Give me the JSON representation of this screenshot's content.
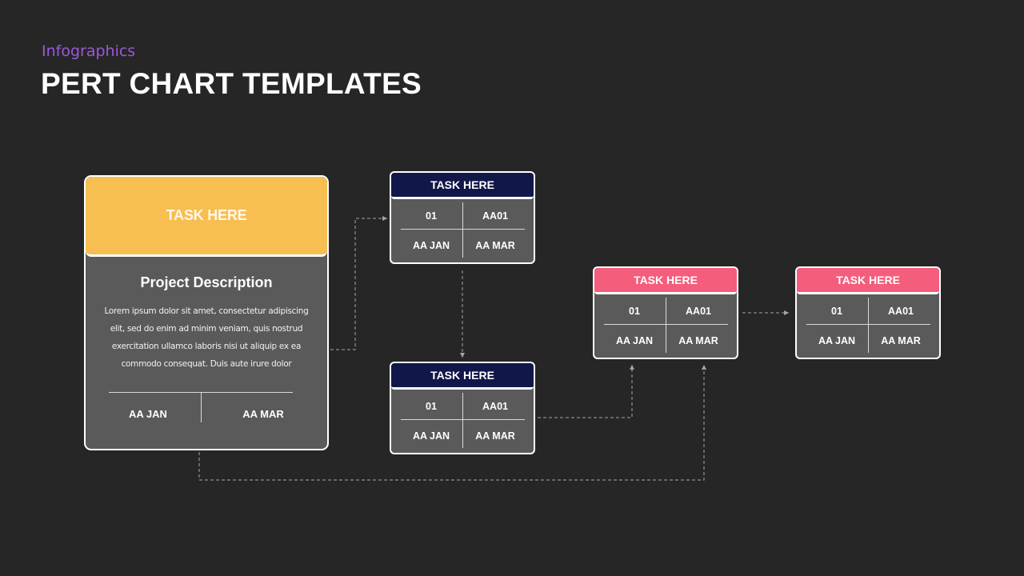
{
  "header": {
    "subtitle": "Infographics",
    "title": "PERT CHART TEMPLATES"
  },
  "colors": {
    "background": "#262626",
    "accent_purple": "#9b59d6",
    "yellow": "#f7bf51",
    "navy": "#12174a",
    "pink": "#f45d7b",
    "card_gray": "#5a5a5a"
  },
  "main_card": {
    "header": "TASK HERE",
    "description_title": "Project Description",
    "description_body": "Lorem ipsum dolor sit amet, consectetur adipiscing elit, sed do enim ad minim veniam, quis nostrud exercitation ullamco laboris nisi ut aliquip ex ea commodo consequat. Duis aute irure dolor",
    "start_date": "AA JAN",
    "end_date": "AA MAR"
  },
  "tasks": [
    {
      "header": "TASK HERE",
      "number": "01",
      "code": "AA01",
      "start": "AA JAN",
      "end": "AA MAR",
      "color": "navy"
    },
    {
      "header": "TASK HERE",
      "number": "01",
      "code": "AA01",
      "start": "AA JAN",
      "end": "AA MAR",
      "color": "navy"
    },
    {
      "header": "TASK HERE",
      "number": "01",
      "code": "AA01",
      "start": "AA JAN",
      "end": "AA MAR",
      "color": "pink"
    },
    {
      "header": "TASK HERE",
      "number": "01",
      "code": "AA01",
      "start": "AA JAN",
      "end": "AA MAR",
      "color": "pink"
    }
  ],
  "connectors": [
    {
      "from": "main_card",
      "to": "tasks.0"
    },
    {
      "from": "tasks.0",
      "to": "tasks.1"
    },
    {
      "from": "tasks.1",
      "to": "tasks.2"
    },
    {
      "from": "main_card",
      "to": "tasks.2"
    },
    {
      "from": "tasks.2",
      "to": "tasks.3"
    }
  ]
}
